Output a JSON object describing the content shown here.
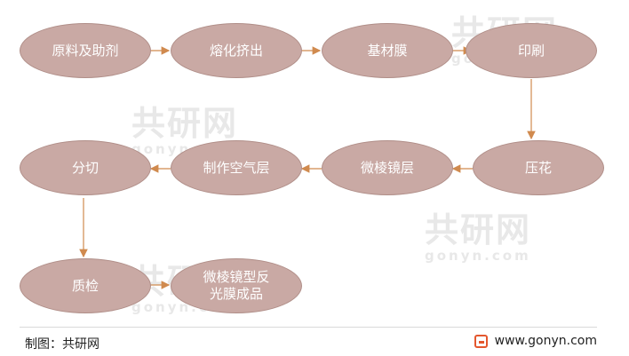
{
  "nodes": [
    {
      "label": "原料及助剂"
    },
    {
      "label": "熔化挤出"
    },
    {
      "label": "基材膜"
    },
    {
      "label": "印刷"
    },
    {
      "label": "压花"
    },
    {
      "label": "微棱镜层"
    },
    {
      "label": "制作空气层"
    },
    {
      "label": "分切"
    },
    {
      "label": "质检"
    },
    {
      "label": "微棱镜型反光膜成品"
    }
  ],
  "watermark": {
    "brand": "共研网",
    "domain": "www.gonyn.com",
    "short": "gonyn.com"
  },
  "footer": {
    "source": "制图：共研网",
    "website": "www.gonyn.com"
  },
  "colors": {
    "node_fill": "#c9a9a4",
    "arrow": "#d08a4e",
    "text": "#ffffff"
  }
}
